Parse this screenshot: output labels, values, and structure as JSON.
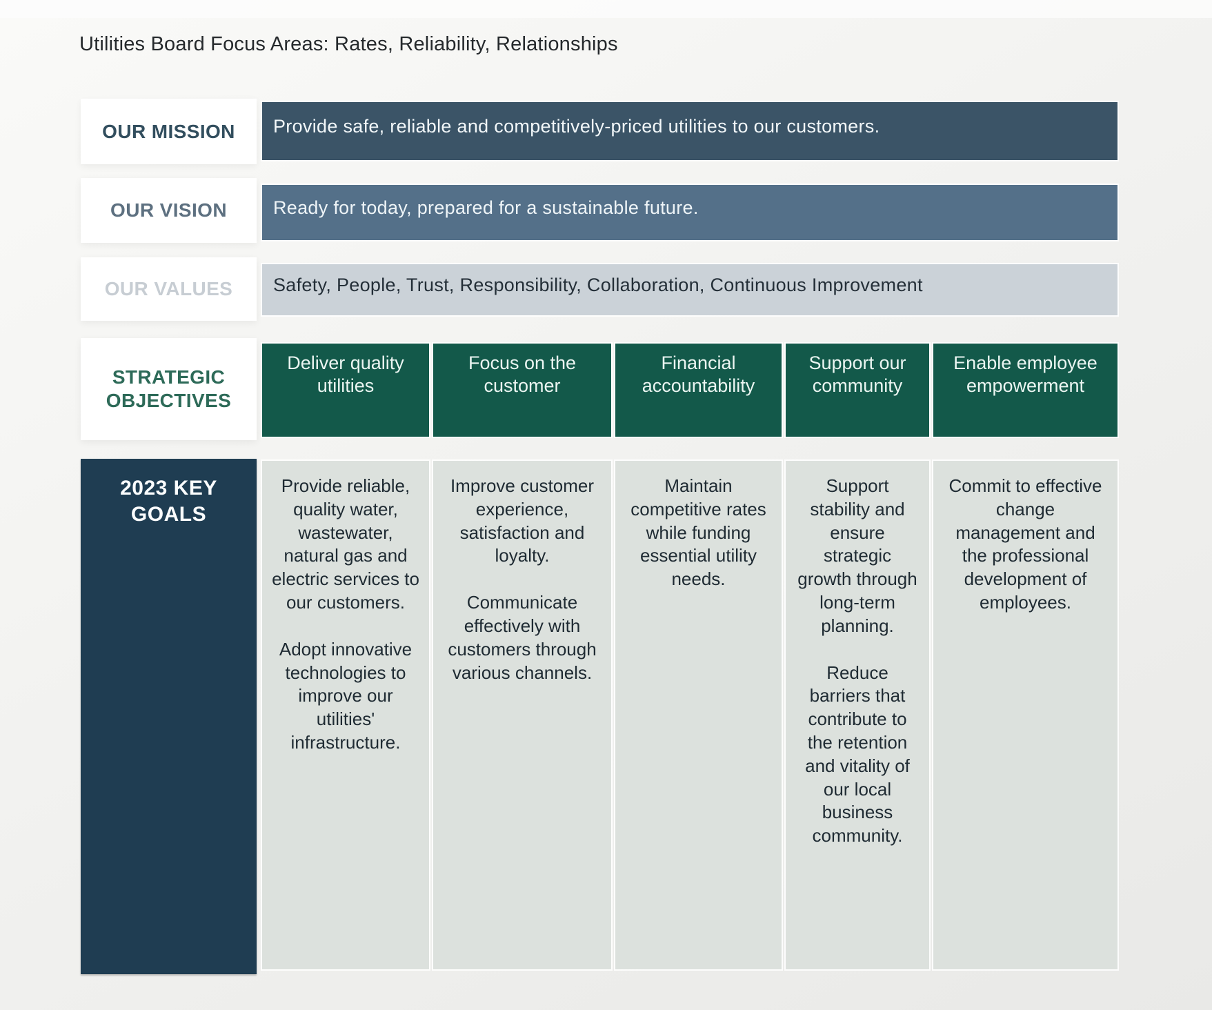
{
  "page": {
    "title": "Utilities Board Focus Areas: Rates, Reliability, Relationships"
  },
  "mission": {
    "label": "OUR MISSION",
    "text": "Provide safe, reliable and competitively-priced utilities to our customers."
  },
  "vision": {
    "label": "OUR VISION",
    "text": "Ready for today, prepared for a sustainable future."
  },
  "values": {
    "label": "OUR VALUES",
    "text": "Safety, People, Trust, Responsibility, Collaboration, Continuous Improvement"
  },
  "objectives": {
    "label": "STRATEGIC OBJECTIVES",
    "items": [
      "Deliver quality utilities",
      "Focus on the customer",
      "Financial accountability",
      "Support our community",
      "Enable employee empowerment"
    ]
  },
  "goals": {
    "label": "2023 KEY GOALS",
    "columns": [
      {
        "paragraphs": [
          "Provide reliable, quality water, wastewater, natural gas and electric services to our customers.",
          "Adopt innovative technologies to improve our utilities' infrastructure."
        ]
      },
      {
        "paragraphs": [
          "Improve customer experience, satisfaction and loyalty.",
          "Communicate effectively with customers through various channels."
        ]
      },
      {
        "paragraphs": [
          "Maintain competitive rates while funding essential utility needs."
        ]
      },
      {
        "paragraphs": [
          "Support stability and ensure strategic growth through long-term planning.",
          "Reduce barriers that contribute to the retention and vitality of our local business community."
        ]
      },
      {
        "paragraphs": [
          "Commit to effective change management and the professional development of employees."
        ]
      }
    ]
  },
  "colors": {
    "mission_band": "#3b5467",
    "vision_band": "#547089",
    "values_band": "#cbd2d8",
    "objective_green": "#13594a",
    "goals_navy": "#1f3d52",
    "goals_column_bg": "#dce1dd",
    "page_background": "#f1f1ef"
  }
}
